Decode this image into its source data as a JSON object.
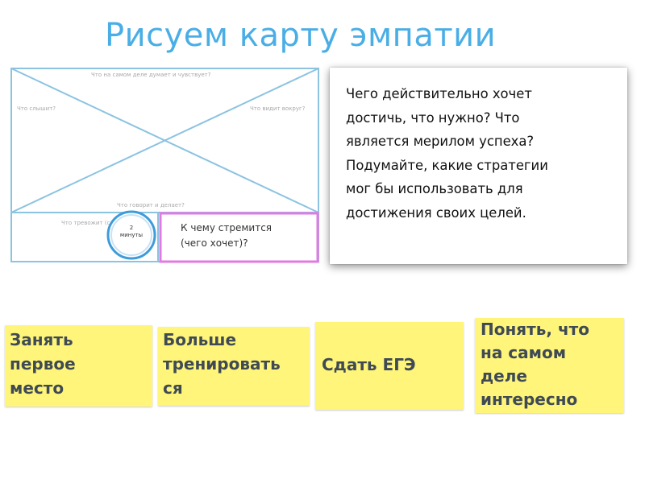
{
  "slide": {
    "title": "Рисуем карту эмпатии"
  },
  "empathy_map": {
    "labels": {
      "think_feel": "Что на самом деле думает и чувствует?",
      "hear": "Что слышит?",
      "see": "Что видит вокруг?",
      "say_do": "Что говорит и делает?",
      "worry": "Что тревожит (с"
    },
    "timer": {
      "number": "2",
      "unit": "минуты"
    },
    "goal_box": {
      "line1": "К чему стремится",
      "line2": "(чего хочет)?"
    }
  },
  "callout": {
    "lines": [
      "Чего действительно хочет",
      "достичь, что нужно? Что",
      "является мерилом успеха?",
      "Подумайте, какие стратегии",
      "мог бы использовать для",
      "достижения своих целей."
    ]
  },
  "stickies": [
    {
      "lines": [
        "Занять",
        "первое",
        "место"
      ]
    },
    {
      "lines": [
        "Больше",
        "тренировать",
        "ся"
      ]
    },
    {
      "lines": [
        "Сдать ЕГЭ"
      ]
    },
    {
      "lines": [
        "Понять, что",
        "на самом",
        "деле",
        "интересно"
      ]
    }
  ],
  "colors": {
    "title": "#4aaee6",
    "map_lines": "#8cc3e1",
    "goal_border": "#e27ae2",
    "timer_ring": "#3f9bd9",
    "sticky": "#fef57a",
    "sticky_text": "#3f4a54"
  }
}
